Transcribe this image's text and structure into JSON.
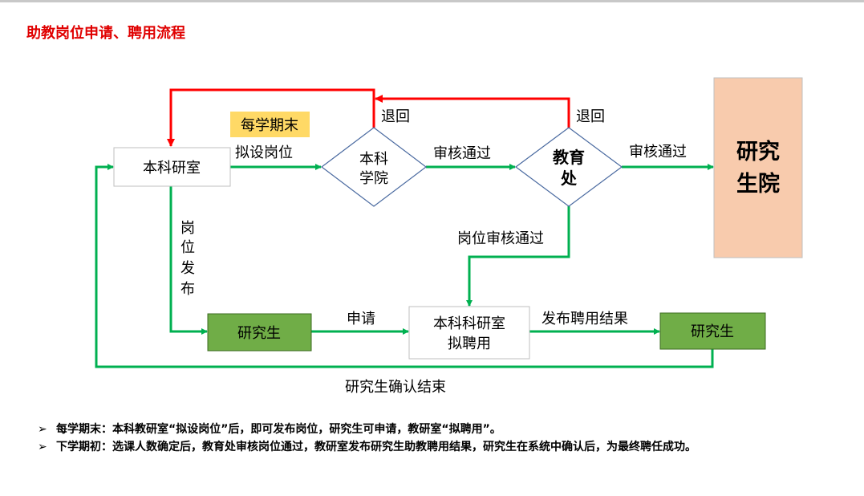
{
  "title": "助教岗位申请、聘用流程",
  "nodes": {
    "dept_office": "本科研室",
    "college_l1": "本科",
    "college_l2": "学院",
    "academic_l1": "教育",
    "academic_l2": "处",
    "grad_l1": "研究",
    "grad_l2": "生院",
    "student1": "研究生",
    "hire_l1": "本科科研室",
    "hire_l2": "拟聘用",
    "student2": "研究生"
  },
  "labels": {
    "term_end": "每学期末",
    "set_post": "拟设岗位",
    "return1": "退回",
    "return2": "退回",
    "approved1": "审核通过",
    "approved2": "审核通过",
    "post_approved": "岗位审核通过",
    "publish": [
      "岗",
      "位",
      "发",
      "布"
    ],
    "apply": "申请",
    "publish_result": "发布聘用结果",
    "confirm_end": "研究生确认结束"
  },
  "notes": [
    "每学期末：本科教研室“拟设岗位”后，即可发布岗位，研究生可申请，教研室“拟聘用”。",
    "下学期初：选课人数确定后，教育处审核岗位通过，教研室发布研究生助教聘用结果，研究生在系统中确认后，为最终聘任成功。"
  ],
  "colors": {
    "green": "#00b050",
    "red": "#ff0000",
    "student_fill": "#70ad47",
    "grad_fill": "#f8cbad",
    "label_fill": "#ffd966"
  }
}
